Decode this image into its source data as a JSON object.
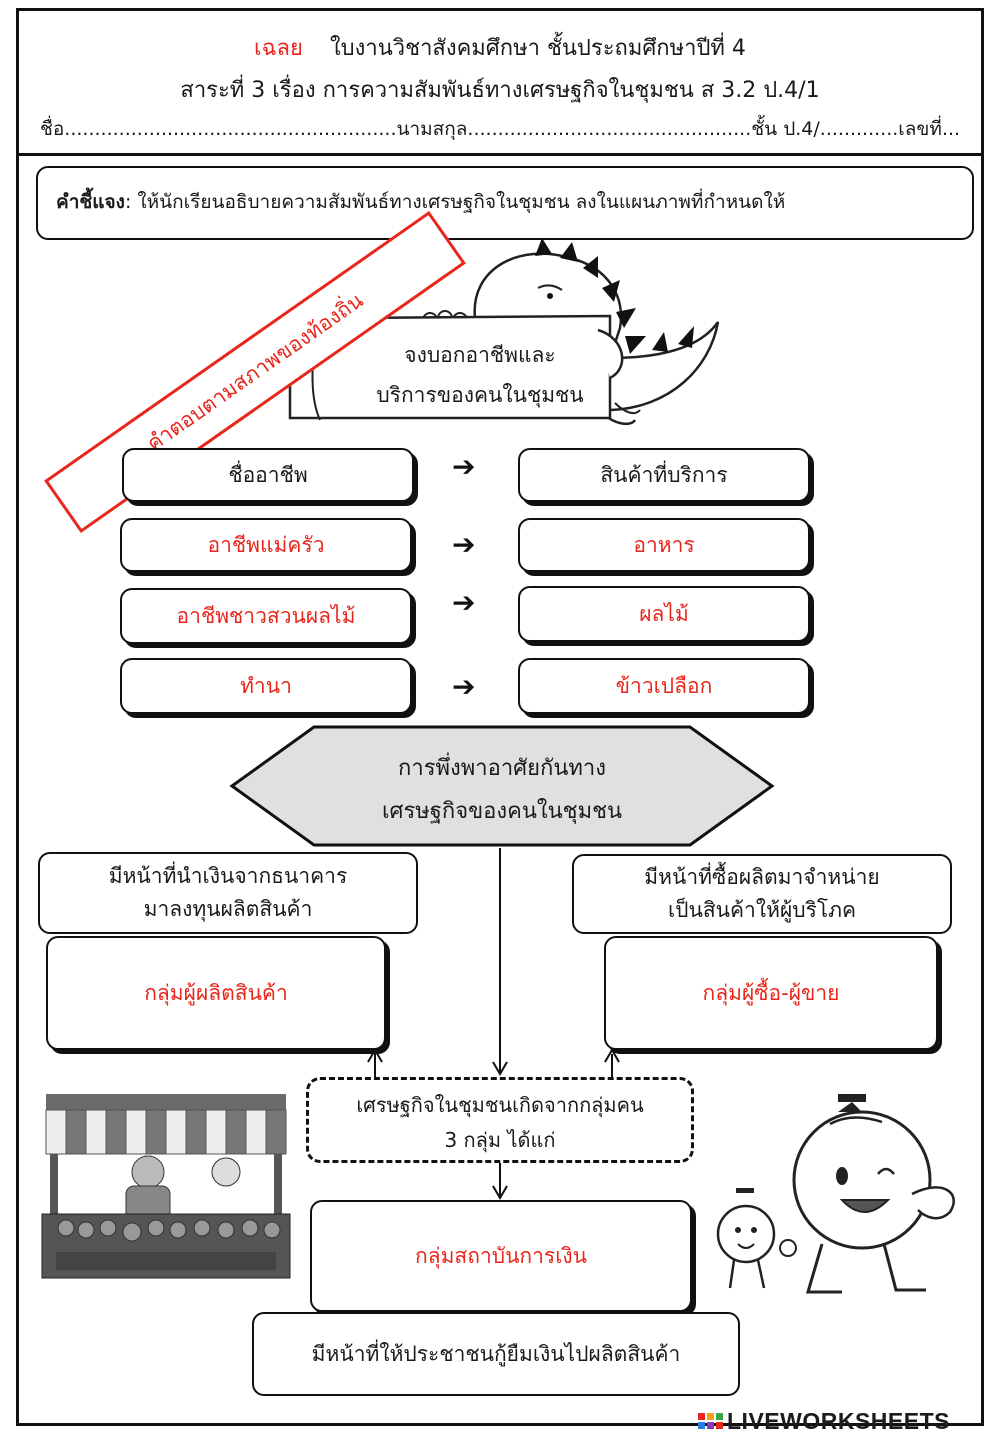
{
  "header": {
    "answer_tag": "เฉลย",
    "title": "ใบงานวิชาสังคมศึกษา   ชั้นประถมศึกษาปีที่ 4",
    "subtitle": "สาระที่ 3 เรื่อง การความสัมพันธ์ทางเศรษฐกิจในชุมชน ส 3.2 ป.4/1",
    "name_line": "ชื่อ.......................................................นามสกุล...............................................ชั้น ป.4/.............เลขที่.........."
  },
  "instructions": {
    "label": "คำชี้แจง",
    "text": " :  ให้นักเรียนอธิบายความสัมพันธ์ทางเศรษฐกิจในชุมชน ลงในแผนภาพที่กำหนดให้"
  },
  "stamp": {
    "text": "คำตอบตามสภาพของท้องถิ่น",
    "color": "#e8261c"
  },
  "scroll_prompt": {
    "line1": "จงบอกอาชีพและ",
    "line2": "บริการของคนในชุมชน"
  },
  "table": {
    "header_left": "ชื่ออาชีพ",
    "header_right": "สินค้าที่บริการ",
    "arrow": "➔",
    "rows": [
      {
        "left": "อาชีพแม่ครัว",
        "right": "อาหาร"
      },
      {
        "left": "อาชีพชาวสวนผลไม้",
        "right": "ผลไม้"
      },
      {
        "left": "ทำนา",
        "right": "ข้าวเปลือก"
      }
    ]
  },
  "hexagon": {
    "line1": "การพึ่งพาอาศัยกันทาง",
    "line2": "เศรษฐกิจของคนในชุมชน"
  },
  "left_group": {
    "desc_line1": "มีหน้าที่นำเงินจากธนาคาร",
    "desc_line2": "มาลงทุนผลิตสินค้า",
    "answer": "กลุ่มผู้ผลิตสินค้า"
  },
  "right_group": {
    "desc_line1": "มีหน้าที่ซื้อผลิตมาจำหน่าย",
    "desc_line2": "เป็นสินค้าให้ผู้บริโภค",
    "answer": "กลุ่มผู้ซื้อ-ผู้ขาย"
  },
  "center_box": {
    "line1": "เศรษฐกิจในชุมชนเกิดจากกลุ่มคน",
    "line2": "3   กลุ่ม  ได้แก่"
  },
  "bottom_group": {
    "answer": "กลุ่มสถาบันการเงิน",
    "desc": "มีหน้าที่ให้ประชาชนกู้ยืมเงินไปผลิตสินค้า"
  },
  "watermark": {
    "text": "LIVEWORKSHEETS"
  },
  "colors": {
    "answer_red": "#e8261c",
    "ink": "#111111"
  }
}
